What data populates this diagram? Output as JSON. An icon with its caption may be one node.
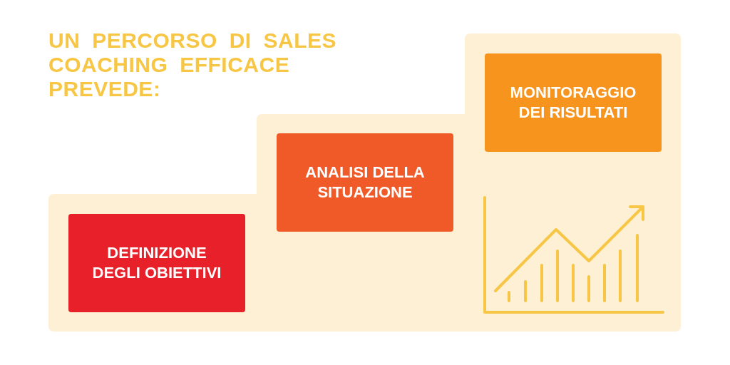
{
  "diagram": {
    "title": "UN PERCORSO DI SALES COACHING EFFICACE PREVEDE:",
    "nodes": [
      {
        "text": [
          "DEFINIZIONE DEGLI OBIETTIVI"
        ]
      },
      {
        "text": [
          "ANALISI DELLA SITUAZIONE"
        ]
      },
      {
        "text": [
          "MONITORAGGIO DEI RISULTATI"
        ]
      }
    ]
  }
}
